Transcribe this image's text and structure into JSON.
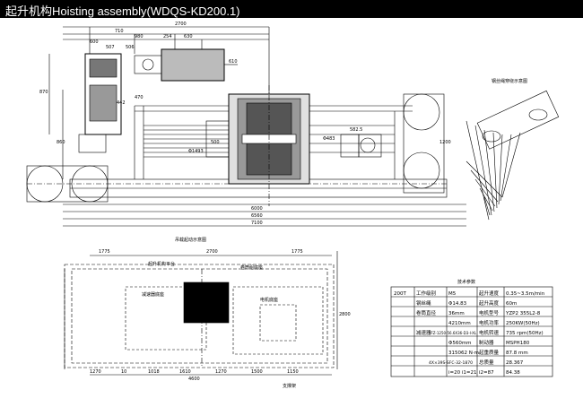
{
  "title": "起升机构Hoisting assembly(WDQS-KD200.1)",
  "top_view": {
    "dims_top": [
      "710",
      "980",
      "254",
      "630",
      "2700",
      "600",
      "507",
      "506"
    ],
    "dims_bottom": [
      "6000",
      "6560",
      "7100"
    ],
    "dims_side": [
      "870",
      "860",
      "1200",
      "610",
      "442",
      "470",
      "500",
      "582.5",
      "Φ1493",
      "Φ483"
    ]
  },
  "inset_label": "钢丝绳穿绕示意图",
  "lower_view": {
    "title": "吊载起动示意图",
    "dims_top": [
      "1775",
      "2700",
      "1775"
    ],
    "dims_bottom": [
      "1270",
      "10",
      "1018",
      "1610",
      "1270",
      "1500",
      "4600",
      "1150"
    ],
    "side_dim": "2800",
    "annotations": [
      "起升机构平台",
      "减速器底座",
      "卷筒组底座",
      "电机底座",
      "支撑架"
    ]
  },
  "tech_table": {
    "title": "技术参数",
    "rows": [
      [
        "200T",
        "工作级别",
        "M5",
        "起升速度",
        "0.35~3.5m/min"
      ],
      [
        "",
        "钢丝绳",
        "Φ14.83",
        "起升高度",
        "60m"
      ],
      [
        "",
        "卷筒直径",
        "36mm",
        "电机型号",
        "YZP2 355L2-8"
      ],
      [
        "",
        "",
        "4210mm",
        "电机功率",
        "250KW(50Hz)"
      ],
      [
        "",
        "减速器",
        "YFZ-1250-56.6X36-D3-I-XL",
        "电机转速",
        "735 rpm(50Hz)"
      ],
      [
        "",
        "",
        "Φ560mm",
        "制动器",
        "MSPH180"
      ],
      [
        "",
        "",
        "315062 N·m",
        "起重质量",
        "87.8 mm"
      ],
      [
        "",
        "",
        "4X×39S-SFC-32-1870",
        "总质量",
        "28.367"
      ],
      [
        "",
        "",
        "i=20  i1=21",
        "i2=87",
        "84.38"
      ]
    ]
  }
}
